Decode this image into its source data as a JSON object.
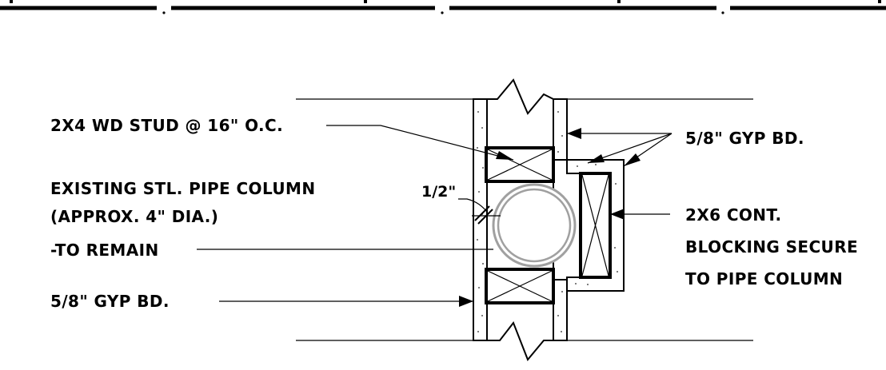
{
  "notes": {
    "stud": "2X4 WD STUD @ 16\" O.C.",
    "column_line1": "EXISTING STL. PIPE COLUMN",
    "column_line2": "(APPROX. 4\" DIA.)",
    "column_line3": "-TO REMAIN",
    "gyp_left": "5/8\" GYP BD.",
    "gyp_right": "5/8\" GYP BD.",
    "blocking_line1": "2X6 CONT.",
    "blocking_line2": "BLOCKING SECURE",
    "blocking_line3": "TO PIPE COLUMN",
    "gap_dim": "1/2\""
  }
}
